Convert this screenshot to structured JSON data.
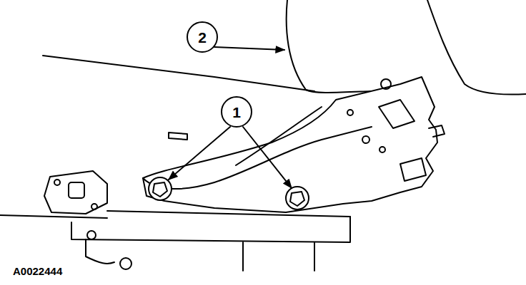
{
  "diagram": {
    "nodes": [
      {
        "text": [
          "2"
        ]
      },
      {
        "text": [
          "1"
        ]
      }
    ],
    "labels": [
      "A0022444"
    ]
  }
}
